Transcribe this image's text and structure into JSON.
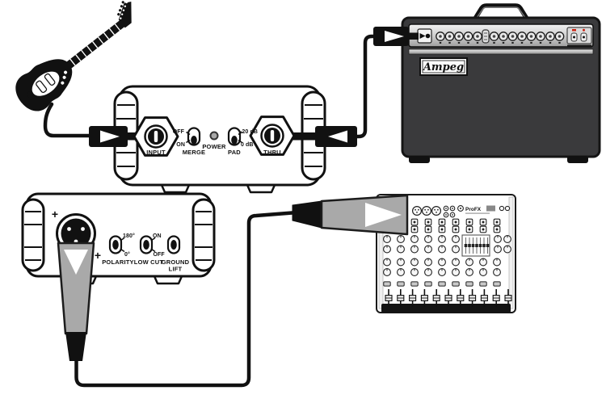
{
  "di_front": {
    "input": "INPUT",
    "merge": "MERGE",
    "merge_off": "OFF",
    "merge_on": "ON",
    "power": "POWER",
    "pad": "PAD",
    "pad_minus20": "-20 dB",
    "pad_0": "0 dB",
    "thru": "THRU"
  },
  "di_rear": {
    "polarity": "POLARITY",
    "polarity_180": "180°",
    "polarity_0": "0°",
    "low_cut": "LOW CUT",
    "low_cut_on": "ON",
    "low_cut_off": "OFF",
    "ground_lift_1": "GROUND",
    "ground_lift_2": "LIFT",
    "plus": "+"
  },
  "amp": {
    "logo": "Ampeg"
  },
  "mixer": {
    "logo": "ProFX"
  },
  "icons": {
    "signal_flow_arrow": "▶",
    "plus_marker": "+"
  },
  "colors": {
    "ink": "#111111",
    "cable_connector_gray": "#a9a9a9",
    "amp_body": "#3a3a3c",
    "panel_silver": "#d9d9d9",
    "red_indicator": "#cc2211"
  }
}
